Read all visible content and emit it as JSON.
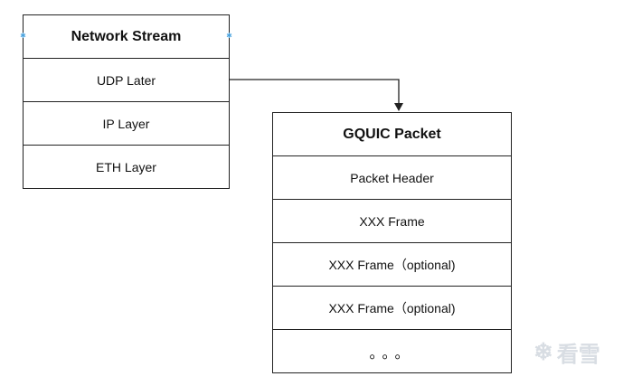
{
  "network_stream": {
    "title": "Network Stream",
    "rows": [
      "UDP Later",
      "IP Layer",
      "ETH Layer"
    ]
  },
  "gquic_packet": {
    "title": "GQUIC Packet",
    "rows": [
      "Packet Header",
      "XXX Frame",
      "XXX Frame（optional)",
      "XXX Frame（optional)",
      "。。。"
    ]
  },
  "watermark": {
    "text": "看雪",
    "icon": "snowflake-icon"
  },
  "colors": {
    "border": "#222222",
    "selection_handle": "#4aa3df",
    "watermark": "#d8dde3"
  }
}
